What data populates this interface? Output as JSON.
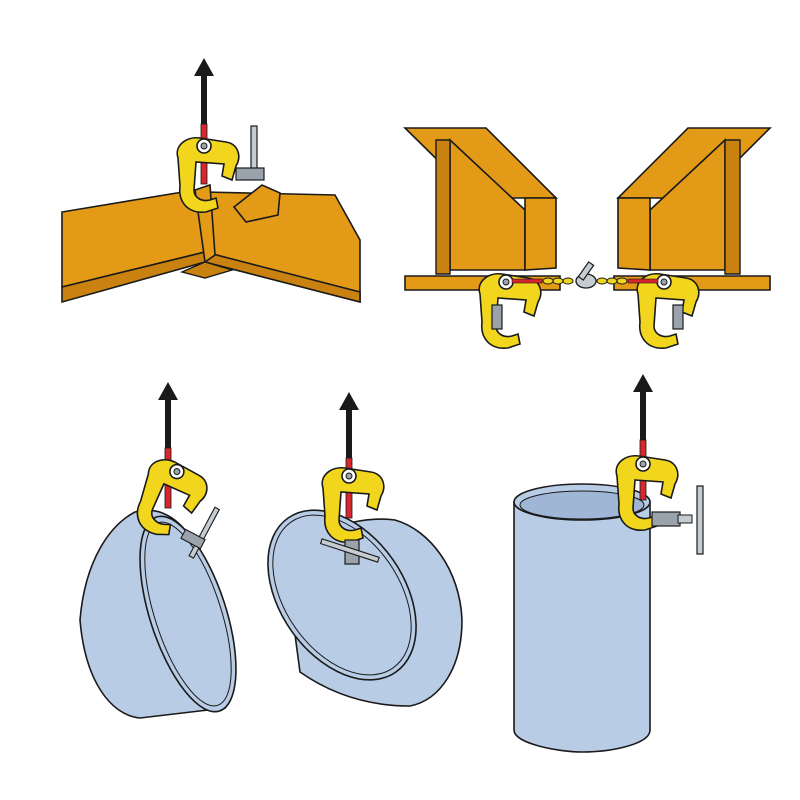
{
  "colors": {
    "background": "#ffffff",
    "steel_orange": "#E39A17",
    "steel_orange_dark": "#C98210",
    "pipe_blue": "#B8CCE6",
    "pipe_blue_dark": "#9FB6D6",
    "clamp_yellow": "#F2D61E",
    "clamp_yellow_dark": "#D9B90F",
    "lift_red": "#D7262E",
    "outline": "#1a1a1a",
    "screw_gray": "#9AA3AB"
  },
  "panels": [
    {
      "id": "plate-corner-lift",
      "icons": [
        "lift-arrow-icon",
        "clamp-icon",
        "screw-handle-icon"
      ]
    },
    {
      "id": "beam-pull",
      "icons": [
        "clamp-icon",
        "chain-icon",
        "turnbuckle-icon"
      ]
    },
    {
      "id": "pipe-tilted-lift",
      "icons": [
        "lift-arrow-icon",
        "clamp-icon"
      ]
    },
    {
      "id": "pipe-edge-lift",
      "icons": [
        "lift-arrow-icon",
        "clamp-icon"
      ]
    },
    {
      "id": "pipe-vertical-lift",
      "icons": [
        "lift-arrow-icon",
        "clamp-icon"
      ]
    }
  ]
}
